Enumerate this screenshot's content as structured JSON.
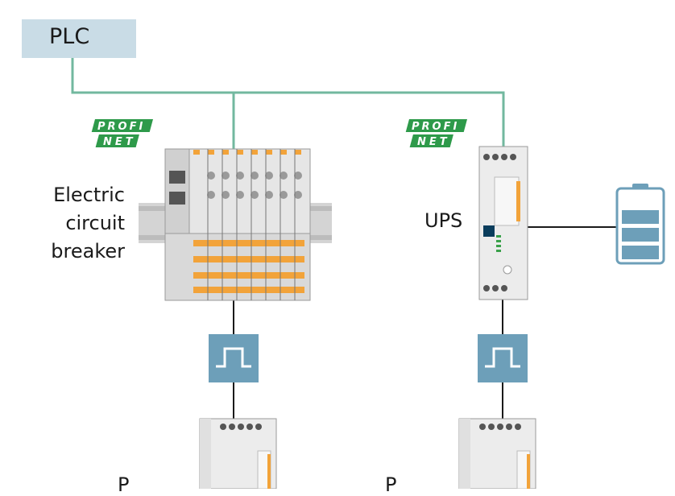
{
  "plc": {
    "label": "PLC"
  },
  "breaker": {
    "label_lines": [
      "Electric",
      "circuit",
      "breaker"
    ]
  },
  "ups": {
    "label": "UPS"
  },
  "profinet": {
    "line1": "PROFI",
    "line2": "NET"
  },
  "bottom": {
    "left_label": "P",
    "right_label": "P"
  },
  "colors": {
    "network_line": "#72b89f",
    "plc_box": "#c9dce6",
    "pulse_box": "#6d9fb9",
    "profinet_green": "#2e9a4a",
    "battery": "#6d9fb9"
  }
}
